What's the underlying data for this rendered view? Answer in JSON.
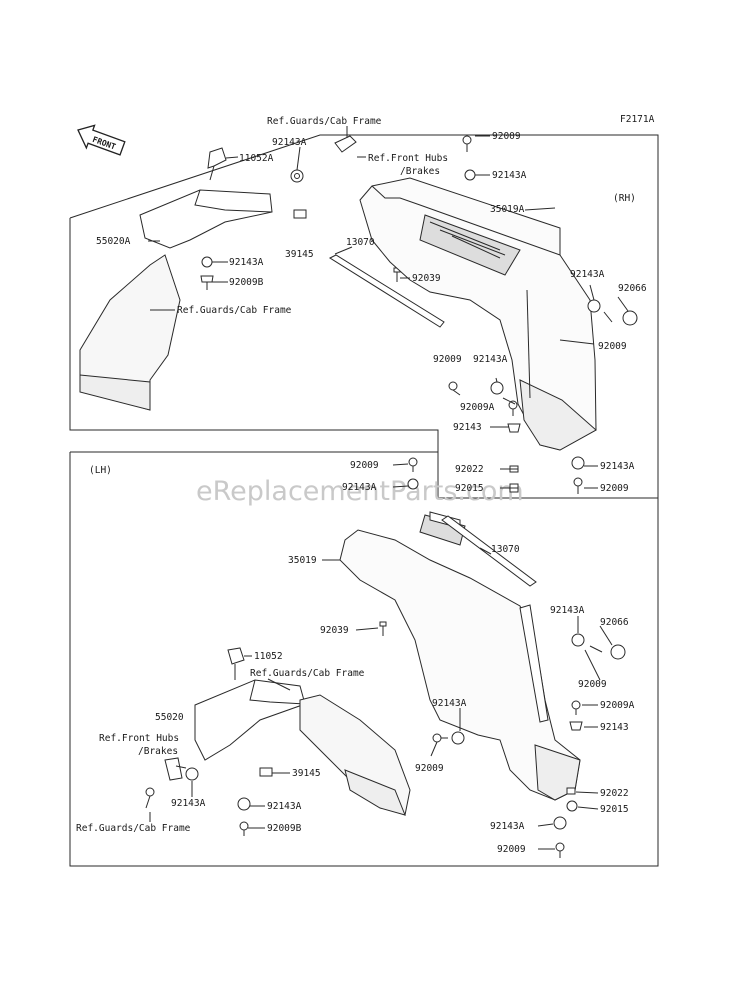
{
  "figure_code": "F2171A",
  "watermark": "eReplacementParts.com",
  "front_arrow": "FRONT",
  "rh": {
    "side": "(RH)",
    "p92143A_top": "92143A",
    "p11052A": "11052A",
    "ref_guards_top": "Ref.Guards/Cab Frame",
    "ref_front_hubs_1": "Ref.Front Hubs",
    "ref_front_hubs_2": "/Brakes",
    "p55020A": "55020A",
    "p39145": "39145",
    "p92143A_mid": "92143A",
    "p92009B": "92009B",
    "ref_guards_mid": "Ref.Guards/Cab Frame",
    "p13070": "13070",
    "p92039": "92039",
    "p92009_top": "92009",
    "p92143A_r1": "92143A",
    "p35019A": "35019A",
    "p92143A_r2": "92143A",
    "p92066": "92066",
    "p92009_r2": "92009",
    "p92009_r3": "92009",
    "p92143A_r3": "92143A",
    "p92009A": "92009A",
    "p92143": "92143",
    "p92022": "92022",
    "p92143A_r4": "92143A",
    "p92015": "92015",
    "p92009_r4": "92009"
  },
  "lh": {
    "side": "(LH)",
    "p92009_top": "92009",
    "p92143A_top": "92143A",
    "p35019": "35019",
    "p13070": "13070",
    "p92039": "92039",
    "p11052": "11052",
    "ref_guards_a": "Ref.Guards/Cab Frame",
    "p55020": "55020",
    "ref_front_hubs_1": "Ref.Front Hubs",
    "ref_front_hubs_2": "/Brakes",
    "p92143A_mid": "92143A",
    "p39145": "39145",
    "p92143A_low": "92143A",
    "p92009B": "92009B",
    "ref_guards_b": "Ref.Guards/Cab Frame",
    "p92143A_r1": "92143A",
    "p92066": "92066",
    "p92009_r1": "92009",
    "p92009A": "92009A",
    "p92143": "92143",
    "p92143A_c": "92143A",
    "p92009_c": "92009",
    "p92022": "92022",
    "p92015": "92015",
    "p92143A_r4": "92143A",
    "p92009_bot": "92009"
  }
}
